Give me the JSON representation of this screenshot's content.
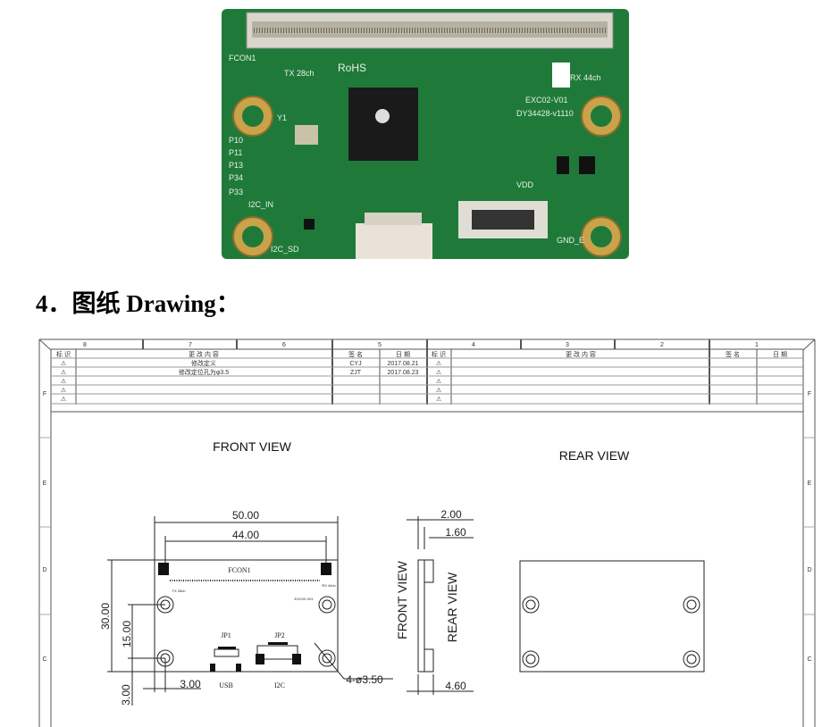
{
  "photo": {
    "silkscreen": [
      "FCON1",
      "TX 28ch",
      "RoHS",
      "EXC02-V01",
      "DY34428-v1110",
      "RX 44ch",
      "P10",
      "P11",
      "P13",
      "P34",
      "P33",
      "I2C_IN",
      "I2C_SD",
      "GND_E",
      "Y1",
      "VDD"
    ],
    "board_color": "#1f7a3a"
  },
  "heading": "4．图纸 Drawing：",
  "drawing": {
    "zone_columns": [
      "8",
      "7",
      "6",
      "5",
      "4",
      "3",
      "2",
      "1"
    ],
    "zone_rows": [
      "F",
      "E",
      "D",
      "C"
    ],
    "revision_table": {
      "headers": [
        "标 识",
        "更 改 内 容",
        "签 名",
        "日 期"
      ],
      "rows": [
        {
          "mark": "⚠",
          "change": "修改定义",
          "sign": "CYJ",
          "date": "2017.08.21"
        },
        {
          "mark": "⚠",
          "change": "修改定位孔为φ3.5",
          "sign": "ZJT",
          "date": "2017.08.23"
        },
        {
          "mark": "⚠",
          "change": "",
          "sign": "",
          "date": ""
        },
        {
          "mark": "⚠",
          "change": "",
          "sign": "",
          "date": ""
        },
        {
          "mark": "⚠",
          "change": "",
          "sign": "",
          "date": ""
        }
      ]
    },
    "front_view_title": "FRONT VIEW",
    "rear_view_title": "REAR VIEW",
    "dims": {
      "width": "50.00",
      "connector": "44.00",
      "height": "30.00",
      "hole_span": "15.00",
      "edge_x": "3.00",
      "edge_y": "3.00",
      "holes": "4-ø3.50",
      "thick_total": "2.00",
      "thick_board": "1.60",
      "thick_side": "4.60"
    },
    "labels": {
      "fcon": "FCON1",
      "jp1": "JP1",
      "jp2": "JP2",
      "usb": "USB",
      "i2c": "I2C",
      "side_front": "FRONT VIEW",
      "side_rear": "REAR VIEW",
      "tx": "TX 28ch",
      "rx": "RX 44ch",
      "ver": "EXC02-V01"
    }
  }
}
